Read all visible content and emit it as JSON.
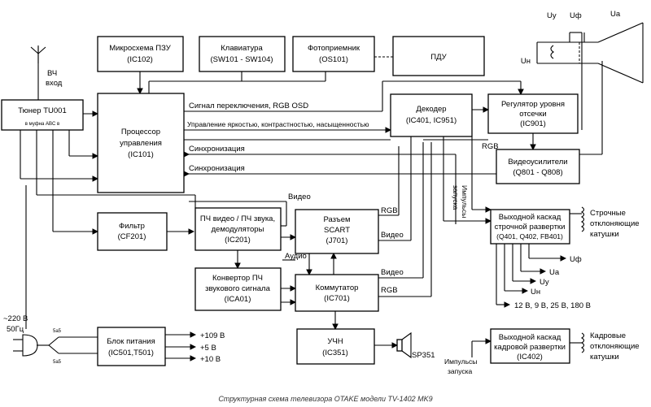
{
  "blocks": {
    "eeprom": {
      "line1": "Микросхема ПЗУ",
      "line2": "(IC102)"
    },
    "keyboard": {
      "line1": "Клавиатура",
      "line2": "(SW101 - SW104)"
    },
    "photoreceiver": {
      "line1": "Фотоприемник",
      "line2": "(OS101)"
    },
    "remote": {
      "line1": "ПДУ"
    },
    "tuner": {
      "line1": "Тюнер TU001",
      "pins": "в  муфна  ABC  в"
    },
    "processor": {
      "line1": "Процессор",
      "line2": "управления",
      "line3": "(IC101)"
    },
    "decoder": {
      "line1": "Декодер",
      "line2": "(IC401, IC951)"
    },
    "black_level": {
      "line1": "Регулятор уровня",
      "line2": "отсечки",
      "line3": "(IC901)"
    },
    "video_amps": {
      "line1": "Видеоусилители",
      "line2": "(Q801 - Q808)"
    },
    "filter": {
      "line1": "Фильтр",
      "line2": "(CF201)"
    },
    "if_demod": {
      "line1": "ПЧ видео / ПЧ звука,",
      "line2": "демодуляторы",
      "line3": "(IC201)"
    },
    "scart": {
      "line1": "Разъем",
      "line2": "SCART",
      "line3": "(J701)"
    },
    "h_output": {
      "line1": "Выходной каскад",
      "line2": "строчной развертки",
      "line3": "(Q401, Q402, FB401)"
    },
    "sound_if": {
      "line1": "Конвертор ПЧ",
      "line2": "звукового сигнала",
      "line3": "(ICA01)"
    },
    "switch": {
      "line1": "Коммутатор",
      "line2": "(IC701)"
    },
    "power": {
      "line1": "Блок питания",
      "line2": "(IC501,T501)"
    },
    "audio_amp": {
      "line1": "УЧН",
      "line2": "(IC351)"
    },
    "v_output": {
      "line1": "Выходной каскад",
      "line2": "кадровой развертки",
      "line3": "(IC402)"
    }
  },
  "labels": {
    "antenna": "ВЧ",
    "antenna2": "вход",
    "switching_signal": "Сигнал переключения, RGB OSD",
    "brightness_control": "Управление яркостью, контрастностью, насыщенностью",
    "sync1": "Синхронизация",
    "sync2": "Синхронизация",
    "video1": "Видео",
    "rgb1": "RGB",
    "rgb_dec": "RGB",
    "video_scart": "Видео",
    "audio": "Аудио",
    "video2": "Видео",
    "rgb2": "RGB",
    "h_pulses": "Импульсы",
    "h_pulses2": "запуска",
    "v_pulses": "Импульсы",
    "v_pulses2": "запуска",
    "h_coils": "Строчные",
    "h_coils2": "отклоняющие",
    "h_coils3": "катушки",
    "v_coils": "Кадровые",
    "v_coils2": "отклоняющие",
    "v_coils3": "катушки",
    "uf": "Uф",
    "ua": "Uа",
    "uy": "Uу",
    "un": "Uн",
    "voltages": "12 В, 9 В, 25 В, 180 В",
    "crt_uy": "Uу",
    "crt_uf": "Uф",
    "crt_ua": "Uа",
    "crt_un": "Uн",
    "mains": "~220 В",
    "mains2": "50Гц",
    "ps_out1": "+109 В",
    "ps_out2": "+5 В",
    "ps_out3": "+10 В",
    "speaker": "SP351",
    "fuse1": "5a5",
    "fuse2": "5a5",
    "caption": "Структурная схема телевизора OTAKE модели TV-1402 MK9"
  }
}
